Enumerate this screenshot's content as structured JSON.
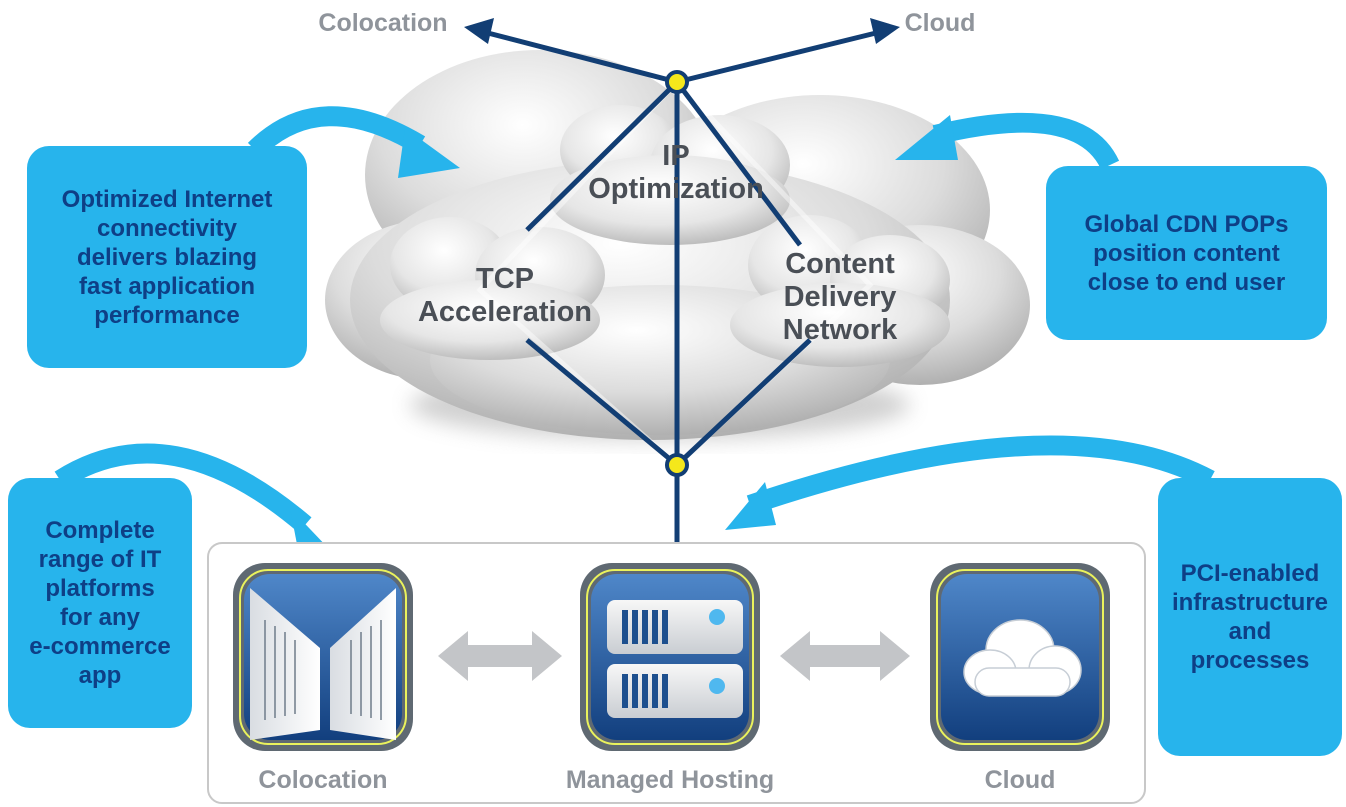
{
  "top_labels": {
    "left": "Colocation",
    "right": "Cloud"
  },
  "clouds": {
    "ip": "IP\nOptimization",
    "tcp": "TCP\nAcceleration",
    "cdn": "Content\nDelivery\nNetwork"
  },
  "callouts": {
    "internet": "Optimized Internet\nconnectivity\ndelivers blazing\nfast application\nperformance",
    "cdn_pops": "Global CDN POPs\nposition content\nclose to end user",
    "platforms": "Complete\nrange of IT\nplatforms\nfor any\ne-commerce\napp",
    "pci": "PCI-enabled\ninfrastructure\nand\nprocesses"
  },
  "platforms": [
    {
      "name": "Colocation",
      "icon": "server-racks-icon"
    },
    {
      "name": "Managed Hosting",
      "icon": "server-stack-icon"
    },
    {
      "name": "Cloud",
      "icon": "cloud-icon"
    }
  ],
  "colors": {
    "callout": "#27b4ec",
    "callout_text": "#0e3f86",
    "network_line": "#123e74",
    "node": "#f5e81b",
    "label_gray": "#8f949b"
  }
}
